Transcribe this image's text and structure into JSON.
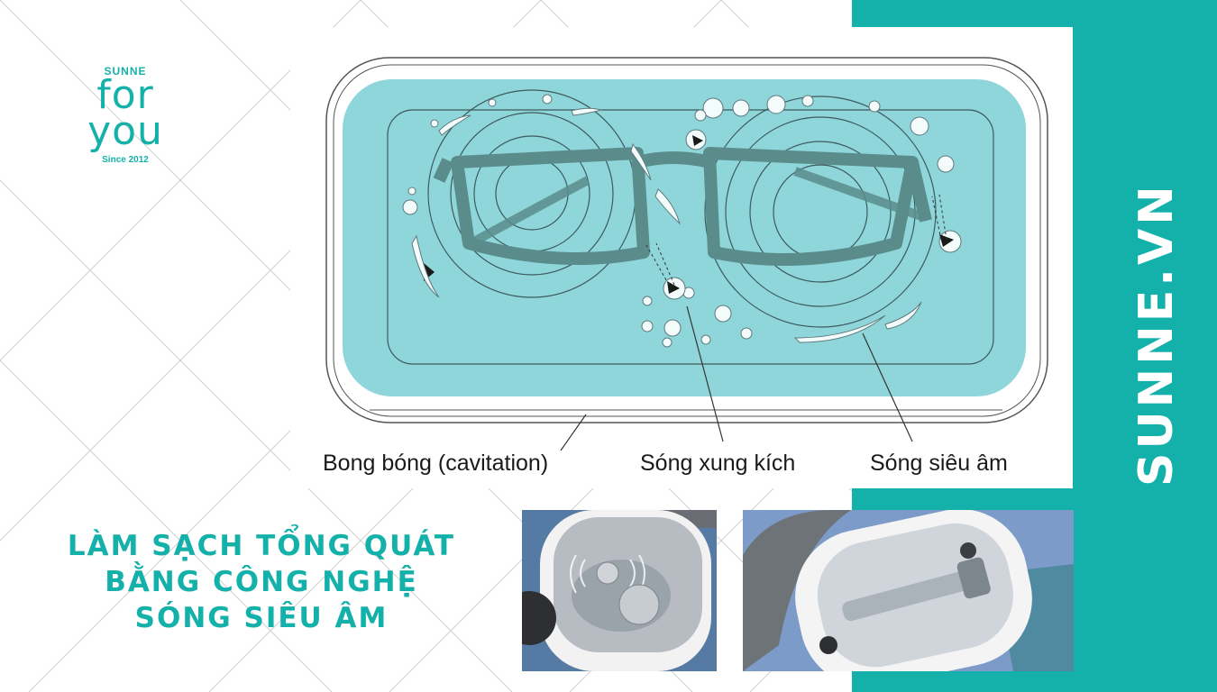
{
  "logo": {
    "brand": "SUNNE",
    "line1": "for",
    "line2": "you",
    "since": "Since 2012"
  },
  "diagram": {
    "labels": {
      "bubbles": "Bong bóng (cavitation)",
      "shock_wave": "Sóng xung kích",
      "ultrasonic_wave": "Sóng siêu âm"
    }
  },
  "headline": {
    "line1": "LÀM SẠCH TỔNG QUÁT",
    "line2": "BẰNG CÔNG NGHỆ",
    "line3": "SÓNG SIÊU ÂM"
  },
  "side_text": "SUNNE.VN",
  "colors": {
    "teal": "#14b1aa",
    "water": "#8fd6da",
    "dark": "#1a1a1a"
  }
}
